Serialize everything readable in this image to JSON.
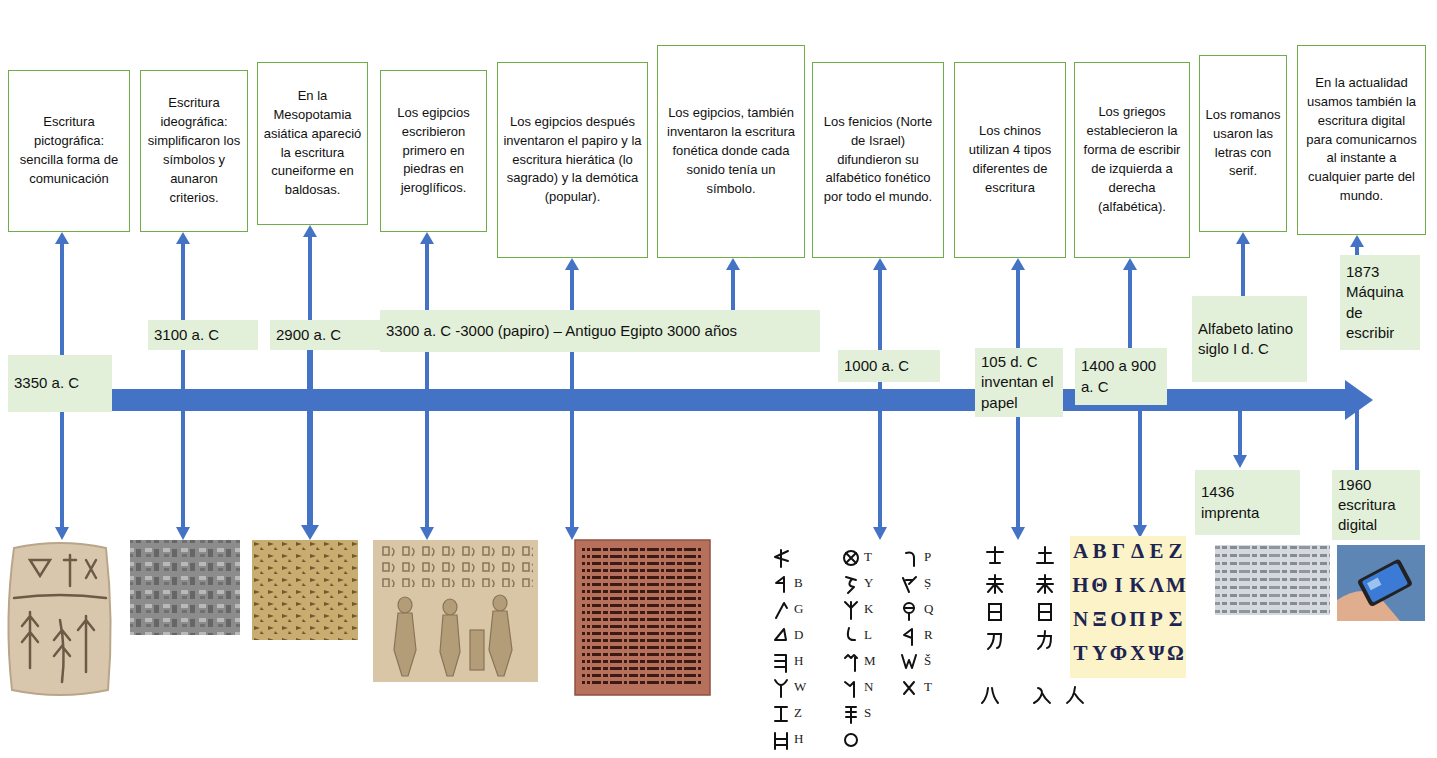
{
  "diagram": {
    "nodes": [
      {
        "text": [
          "Escritura pictográfica: sencilla forma de comunicación"
        ]
      },
      {
        "text": [
          "Escritura ideográfica: simplificaron los símbolos y aunaron criterios."
        ]
      },
      {
        "text": [
          "En la Mesopotamia asiática apareció la escritura cuneiforme en baldosas."
        ]
      },
      {
        "text": [
          "Los egipcios escribieron primero en piedras en jeroglíficos."
        ]
      },
      {
        "text": [
          "Los egipcios después inventaron el papiro y la escritura hierática (lo sagrado) y la demótica (popular)."
        ]
      },
      {
        "text": [
          "Los egipcios, también inventaron la escritura fonética donde cada sonido tenía un símbolo."
        ]
      },
      {
        "text": [
          "Los fenicios (Norte de Israel) difundieron su alfabético fonético por todo el mundo."
        ]
      },
      {
        "text": [
          "Los chinos utilizan 4 tipos diferentes de escritura"
        ]
      },
      {
        "text": [
          "Los griegos establecieron la forma de escribir de izquierda a derecha (alfabética)."
        ]
      },
      {
        "text": [
          "Los romanos usaron las letras con serif."
        ]
      },
      {
        "text": [
          "En la actualidad usamos también la escritura digital para comunicarnos al instante a cualquier parte del mundo."
        ]
      },
      {
        "text": [
          "3350 a. C"
        ]
      },
      {
        "text": [
          "3100 a. C"
        ]
      },
      {
        "text": [
          "2900 a. C"
        ]
      },
      {
        "text": [
          "3300 a. C -3000 (papiro) – Antiguo Egipto 3000 años"
        ]
      },
      {
        "text": [
          "1000 a. C"
        ]
      },
      {
        "text": [
          "105 d. C inventan el papel"
        ]
      },
      {
        "text": [
          "1400 a 900 a. C"
        ]
      },
      {
        "text": [
          "Alfabeto latino siglo I d. C"
        ]
      },
      {
        "text": [
          "1873 Máquina de escribir"
        ]
      },
      {
        "text": [
          "1436 imprenta"
        ]
      },
      {
        "text": [
          "1960 escritura digital"
        ]
      }
    ],
    "edges": [
      {
        "from": 11,
        "to": 0,
        "arrow": "to"
      },
      {
        "from": 12,
        "to": 1,
        "arrow": "to"
      },
      {
        "from": 13,
        "to": 2,
        "arrow": "to"
      },
      {
        "from": 14,
        "to": 3,
        "arrow": "to"
      },
      {
        "from": 14,
        "to": 4,
        "arrow": "to"
      },
      {
        "from": 14,
        "to": 5,
        "arrow": "to"
      },
      {
        "from": 15,
        "to": 6,
        "arrow": "to"
      },
      {
        "from": 16,
        "to": 7,
        "arrow": "to"
      },
      {
        "from": 17,
        "to": 8,
        "arrow": "to"
      },
      {
        "from": 18,
        "to": 9,
        "arrow": "to"
      },
      {
        "from": 19,
        "to": 10,
        "arrow": "to"
      }
    ],
    "labels": [
      "B",
      "G",
      "D",
      "H",
      "W",
      "Z",
      "H",
      "T",
      "Y",
      "K",
      "L",
      "M",
      "N",
      "S",
      "P",
      "Ṣ",
      "Q",
      "R",
      "Š",
      "T",
      "Α",
      "Β",
      "Γ",
      "Δ",
      "Ε",
      "Ζ",
      "Η",
      "Θ",
      "Ι",
      "Κ",
      "Λ",
      "Μ",
      "Ν",
      "Ξ",
      "Ο",
      "Π",
      "Ρ",
      "Σ",
      "Τ",
      "Υ",
      "Φ",
      "Χ",
      "Ψ",
      "Ω"
    ]
  }
}
